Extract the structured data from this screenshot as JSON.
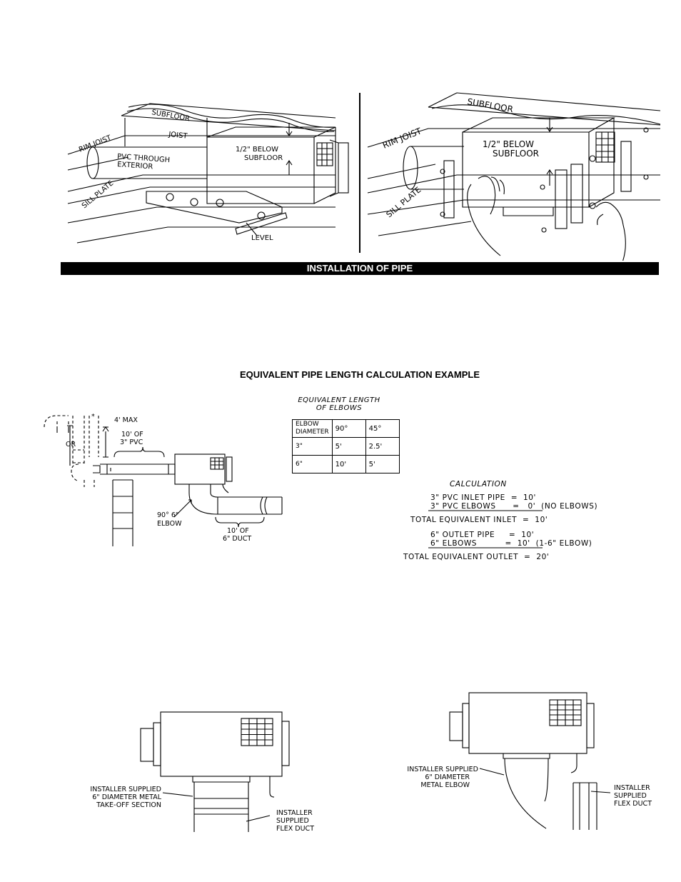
{
  "section1": {
    "caption": "INSTALLATION OF PIPE",
    "left_labels": {
      "subfloor": "SUBFLOOR",
      "rim_joist": "RIM JOIST",
      "joist": "JOIST",
      "pvc": [
        "PVC THROUGH",
        "EXTERIOR"
      ],
      "below": [
        "1/2\" BELOW",
        "SUBFLOOR"
      ],
      "sill_plate": "SILL PLATE",
      "level": "LEVEL"
    },
    "right_labels": {
      "subfloor": "SUBFLOOR",
      "rim_joist": "RIM JOIST",
      "below": [
        "1/2\" BELOW",
        "SUBFLOOR"
      ],
      "sill_plate": "SILL PLATE"
    }
  },
  "section2": {
    "heading": "EQUIVALENT PIPE LENGTH CALCULATION EXAMPLE",
    "diagram_labels": {
      "max": "4' MAX",
      "asterisk": "*",
      "or": "OR",
      "pvc": [
        "10' OF",
        "3\" PVC"
      ],
      "elbow": [
        "90° 6\"",
        "ELBOW"
      ],
      "duct": [
        "10' OF",
        "6\" DUCT"
      ]
    },
    "table": {
      "title": [
        "EQUIVALENT LENGTH",
        "OF ELBOWS"
      ],
      "header": [
        "ELBOW DIAMETER",
        "90°",
        "45°"
      ],
      "rows": [
        [
          "3\"",
          "5'",
          "2.5'"
        ],
        [
          "6\"",
          "10'",
          "5'"
        ]
      ]
    },
    "calculation": {
      "title": "CALCULATION",
      "lines": [
        "3\" PVC INLET PIPE  =  10'",
        "3\" PVC ELBOWS      =   0'  (NO ELBOWS)",
        "TOTAL EQUIVALENT INLET  =  10'",
        "6\" OUTLET PIPE     =  10'",
        "6\" ELBOWS          =  10'  (1-6\" ELBOW)",
        "TOTAL EQUIVALENT OUTLET  =  20'"
      ]
    }
  },
  "section3": {
    "left_labels": {
      "takeoff": [
        "INSTALLER SUPPLIED",
        "6\" DIAMETER METAL",
        "TAKE-OFF SECTION"
      ],
      "flex": [
        "INSTALLER",
        "SUPPLIED",
        "FLEX DUCT"
      ]
    },
    "right_labels": {
      "elbow": [
        "INSTALLER SUPPLIED",
        "6\" DIAMETER",
        "METAL ELBOW"
      ],
      "flex": [
        "INSTALLER",
        "SUPPLIED",
        "FLEX DUCT"
      ]
    }
  }
}
